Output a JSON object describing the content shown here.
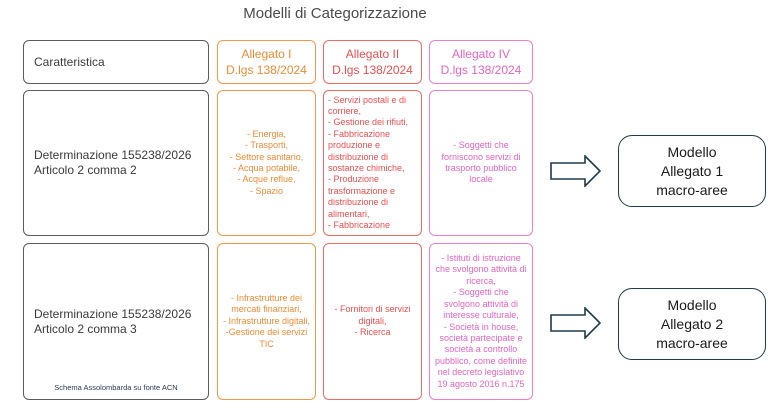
{
  "title": "Modelli di Categorizzazione",
  "header": {
    "characteristic": "Caratteristica",
    "columns": [
      {
        "name": "Allegato I",
        "ref": "D.lgs 138/2024",
        "color": "#ec8b34"
      },
      {
        "name": "Allegato II",
        "ref": "D.lgs 138/2024",
        "color": "#e94f4f"
      },
      {
        "name": "Allegato IV",
        "ref": "D.lgs 138/2024",
        "color": "#e265bf"
      }
    ]
  },
  "rows": [
    {
      "label": "Determinazione 155238/2026\nArticolo 2 comma 2",
      "allegato_1": "- Energia,\n- Trasporti,\n- Settore sanitario,\n- Acqua potabile,\n- Acque reflue,\n- Spazio",
      "allegato_2": "- Servizi postali e di corriere,\n- Gestione dei rifiuti,\n- Fabbricazione produzione e distribuzione di sostanze chimiche,\n- Produzione trasformazione e distribuzione di alimentari,\n- Fabbricazione",
      "allegato_4": "- Soggetti che forniscono servizi di trasporto pubblico locale",
      "result": "Modello\nAllegato 1\nmacro-aree"
    },
    {
      "label": "Determinazione 155238/2026\nArticolo 2 comma 3",
      "allegato_1": "- Infrastrutture dei mercati finanziari,\n- Infrastrutture digitali,\n-Gestione dei servizi TIC",
      "allegato_2": "- Fornitori di servizi digitali,\n- Ricerca",
      "allegato_4": "- Istituti di istruzione che svolgono attività di ricerca,\n- Soggetti che svolgono attività di interesse culturale,\n- Società in house, società partecipate e società a controllo pubblico, come definite nel decreto legislativo 19 agosto 2016 n.175",
      "result": "Modello\nAllegato 2\nmacro-aree"
    }
  ],
  "source": "Schema Assolombarda su fonte ACN",
  "icons": {
    "arrow": "right-arrow-outline"
  }
}
